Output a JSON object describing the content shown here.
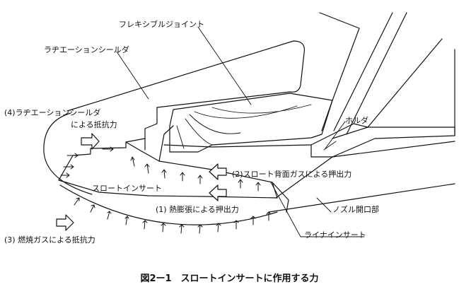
{
  "labels": {
    "flexible_joint": "フレキシブルジョイント",
    "radiation_shield": "ラヂエーションシールダ",
    "holder": "ホルダ",
    "radiation_shield_resistance_line1": "(4)ラヂエーションシールダ",
    "radiation_shield_resistance_line2": "による抵抗力",
    "throat_back_gas": "(2)スロート背面ガスによる押出力",
    "throat_insert": "スロートインサート",
    "thermal_expansion": "(1) 熱膨張による押出力",
    "nozzle_exit": "ノズル開口部",
    "combustion_gas_resistance": "(3) 燃焼ガスによる抵抗力",
    "liner_insert": "ライナインサート"
  },
  "caption": "図2ー1　スロートインサートに作用する力"
}
